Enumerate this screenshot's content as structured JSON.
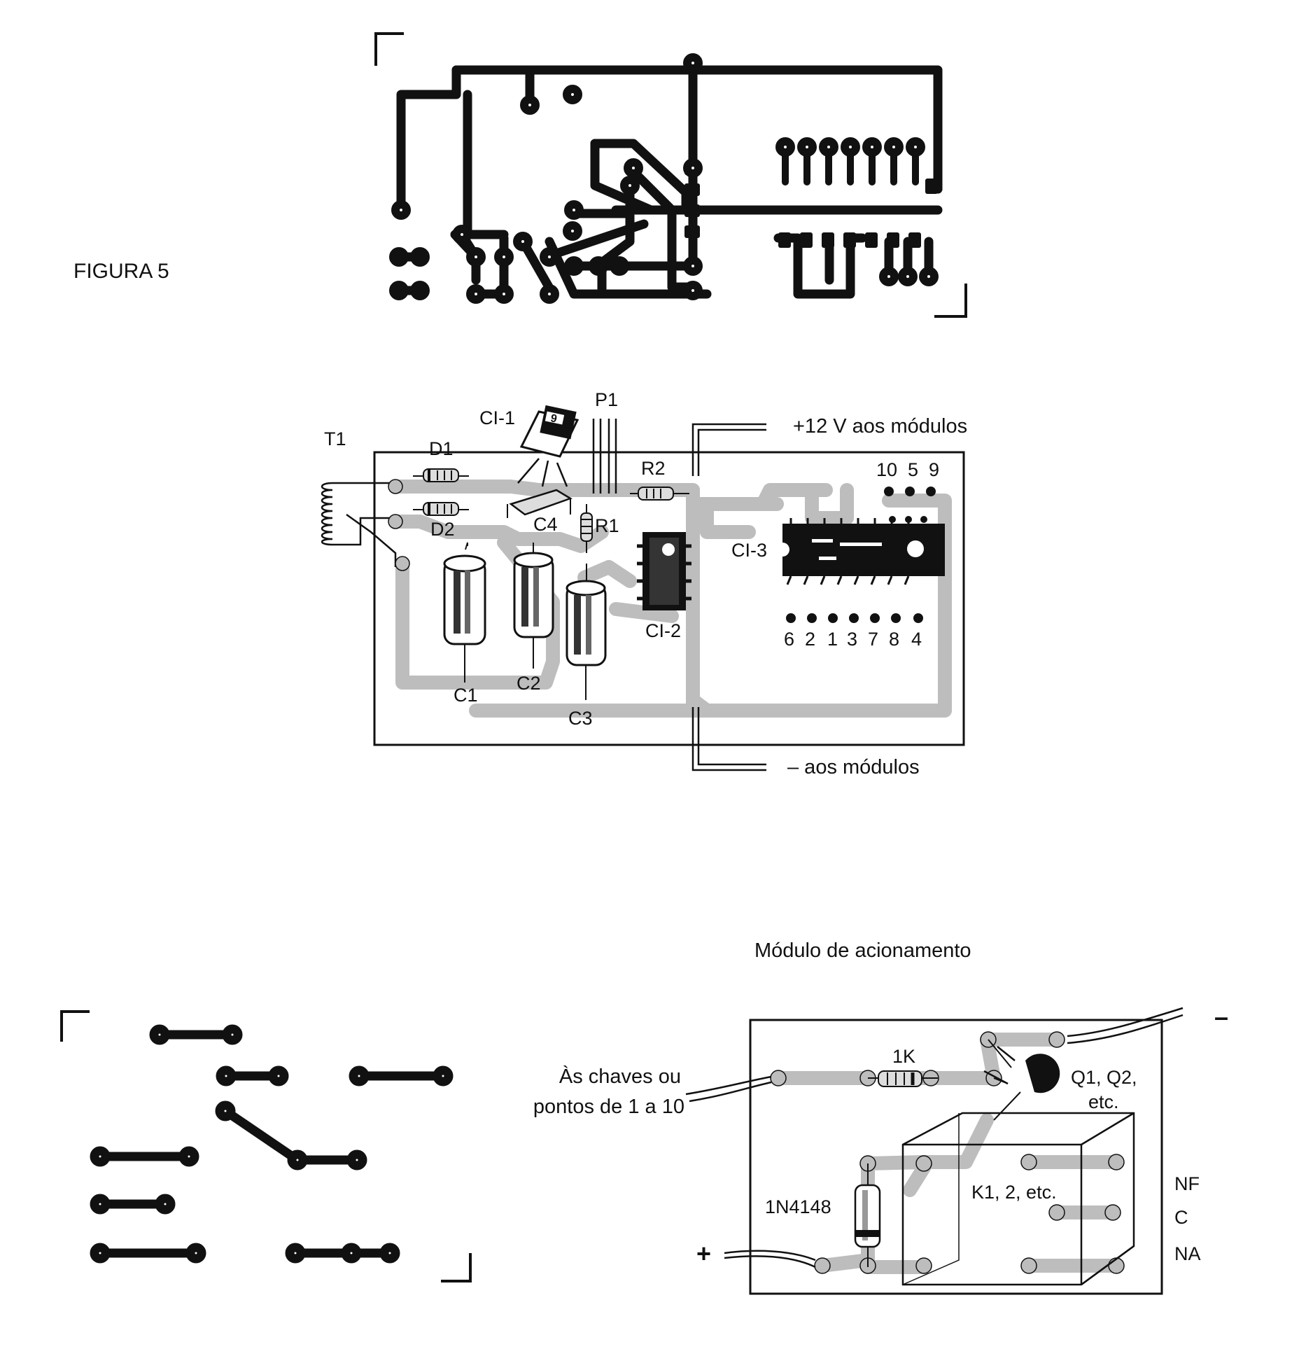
{
  "figure": {
    "label": "FIGURA 5",
    "colors": {
      "ink": "#111111",
      "trace_gray": "#bdbdbd",
      "paper": "#ffffff"
    }
  },
  "main_board": {
    "component_labels": {
      "t1": "T1",
      "d1": "D1",
      "d2": "D2",
      "ci1": "CI-1",
      "ci1_mark": "9",
      "p1": "P1",
      "r1": "R1",
      "r2": "R2",
      "c1": "C1",
      "c2": "C2",
      "c3": "C3",
      "c4": "C4",
      "ci2": "CI-2",
      "ci3": "CI-3"
    },
    "outputs_top": [
      "10",
      "5",
      "9"
    ],
    "outputs_bottom": [
      "6",
      "2",
      "1",
      "3",
      "7",
      "8",
      "4"
    ],
    "positive_label": "+12 V aos módulos",
    "negative_label": "– aos módulos"
  },
  "module": {
    "title": "Módulo de acionamento",
    "resistor": "1K",
    "diode": "1N4148",
    "transistor": "Q1, Q2,",
    "transistor_etc": "etc.",
    "relay": "K1, 2, etc.",
    "input_line1": "Às chaves ou",
    "input_line2": "pontos de 1 a 10",
    "contacts": [
      "NF",
      "C",
      "NA"
    ],
    "plus": "+",
    "minus": "–"
  }
}
